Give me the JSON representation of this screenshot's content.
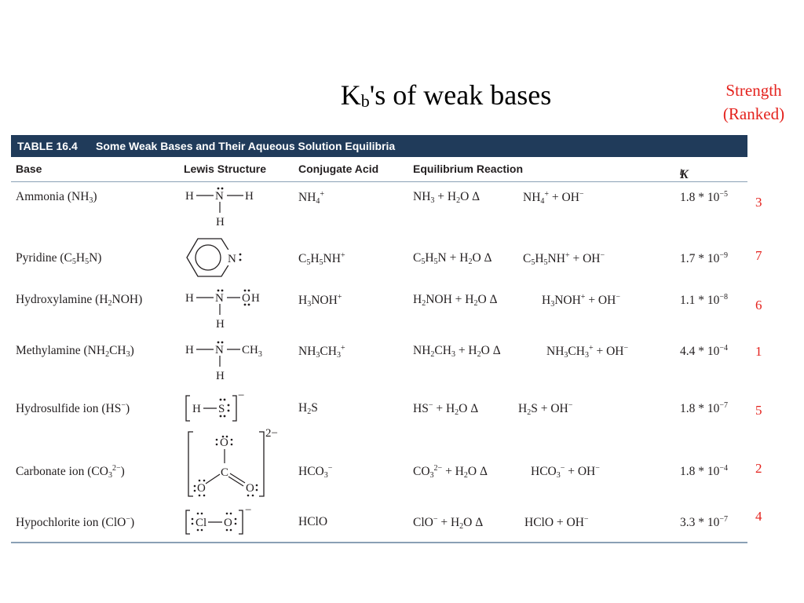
{
  "title": {
    "k": "K",
    "sub": "b",
    "rest": "'s of weak bases"
  },
  "strength": {
    "line1": "Strength",
    "line2": "(Ranked)"
  },
  "table": {
    "number": "TABLE 16.4",
    "caption": "Some Weak Bases and Their Aqueous Solution Equilibria",
    "headers": {
      "base": "Base",
      "lewis": "Lewis Structure",
      "conj": "Conjugate Acid",
      "eq": "Equilibrium Reaction",
      "kb_k": "K",
      "kb_b": "b"
    },
    "rows": [
      {
        "base": [
          "Ammonia (NH",
          "3",
          ")"
        ],
        "conj": [
          "NH",
          "4",
          "+"
        ],
        "eq1": [
          "NH",
          "3",
          " + H",
          "2",
          "O Δ"
        ],
        "eq2": [
          "NH",
          "4",
          "+",
          " + OH",
          "−"
        ],
        "kb": [
          "1.8 * 10",
          "−5"
        ],
        "rank": "3"
      },
      {
        "base": [
          "Pyridine (C",
          "5",
          "H",
          "5",
          "N)"
        ],
        "conj": [
          "C",
          "5",
          "H",
          "5",
          "NH",
          "+"
        ],
        "eq1": [
          "C",
          "5",
          "H",
          "5",
          "N + H",
          "2",
          "O Δ"
        ],
        "eq2": [
          "C",
          "5",
          "H",
          "5",
          "NH",
          "+",
          " + OH",
          "−"
        ],
        "kb": [
          "1.7 * 10",
          "−9"
        ],
        "rank": "7"
      },
      {
        "base": [
          "Hydroxylamine (H",
          "2",
          "NOH)"
        ],
        "conj": [
          "H",
          "3",
          "NOH",
          "+"
        ],
        "eq1": [
          "H",
          "2",
          "NOH + H",
          "2",
          "O Δ"
        ],
        "eq2": [
          "H",
          "3",
          "NOH",
          "+",
          " + OH",
          "−"
        ],
        "kb": [
          "1.1 * 10",
          "−8"
        ],
        "rank": "6"
      },
      {
        "base": [
          "Methylamine (NH",
          "2",
          "CH",
          "3",
          ")"
        ],
        "conj": [
          "NH",
          "3",
          "CH",
          "3",
          "+"
        ],
        "eq1": [
          "NH",
          "2",
          "CH",
          "3",
          " + H",
          "2",
          "O Δ"
        ],
        "eq2": [
          "NH",
          "3",
          "CH",
          "3",
          "+",
          " + OH",
          "−"
        ],
        "kb": [
          "4.4 * 10",
          "−4"
        ],
        "rank": "1"
      },
      {
        "base": [
          "Hydrosulfide ion (HS",
          "−",
          ")"
        ],
        "conj": [
          "H",
          "2",
          "S"
        ],
        "eq1": [
          "HS",
          "−",
          " + H",
          "2",
          "O Δ"
        ],
        "eq2": [
          "H",
          "2",
          "S + OH",
          "−"
        ],
        "kb": [
          "1.8 * 10",
          "−7"
        ],
        "rank": "5"
      },
      {
        "base": [
          "Carbonate ion (CO",
          "3",
          "2−",
          ")"
        ],
        "conj": [
          "HCO",
          "3",
          "−"
        ],
        "eq1": [
          "CO",
          "3",
          "2−",
          " + H",
          "2",
          "O Δ"
        ],
        "eq2": [
          "HCO",
          "3",
          "−",
          " + OH",
          "−"
        ],
        "kb": [
          "1.8 * 10",
          "−4"
        ],
        "rank": "2"
      },
      {
        "base": [
          "Hypochlorite ion (ClO",
          "−",
          ")"
        ],
        "conj": [
          "HClO"
        ],
        "eq1": [
          "ClO",
          "−",
          " + H",
          "2",
          "O Δ"
        ],
        "eq2": [
          "HClO + OH",
          "−"
        ],
        "kb": [
          "3.3 * 10",
          "−7"
        ],
        "rank": "4"
      }
    ]
  },
  "lewis": {
    "H": "H",
    "N": "N",
    "O": "O",
    "S": "S",
    "C": "C",
    "Cl": "Cl",
    "CH3": "CH",
    "three": "3",
    "minus": "−",
    "two_minus": "2−"
  }
}
